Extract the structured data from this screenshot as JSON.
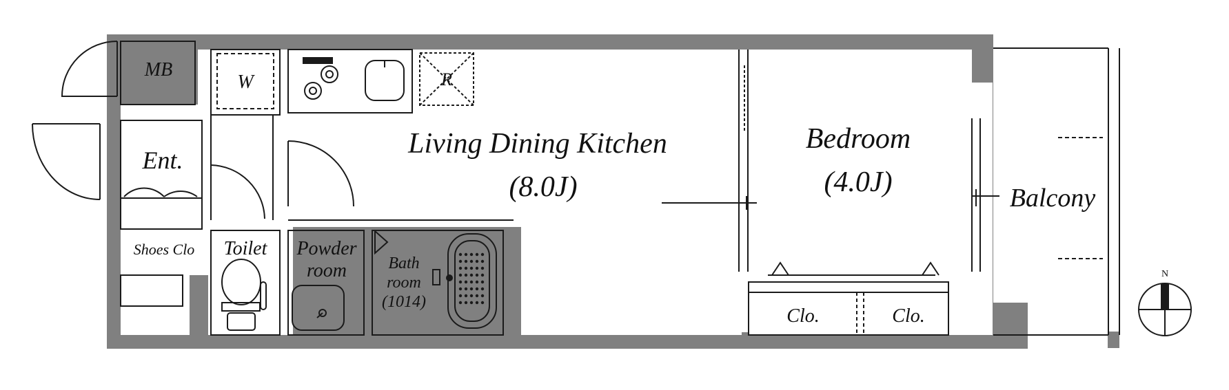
{
  "rooms": {
    "mb": "MB",
    "washer": "W",
    "fridge": "R",
    "entrance": "Ent.",
    "shoes_closet": "Shoes Clo",
    "toilet": "Toilet",
    "powder_room": [
      "Powder",
      "room"
    ],
    "bathroom": [
      "Bath",
      "room",
      "(1014)"
    ],
    "ldk": {
      "name": "Living Dining Kitchen",
      "size": "(8.0J)"
    },
    "bedroom": {
      "name": "Bedroom",
      "size": "(4.0J)"
    },
    "closet_left": "Clo.",
    "closet_right": "Clo.",
    "balcony": "Balcony"
  },
  "compass": {
    "north_label": "N"
  },
  "colors": {
    "wall": "#808080",
    "line": "#1a1a1a",
    "background": "#ffffff"
  }
}
